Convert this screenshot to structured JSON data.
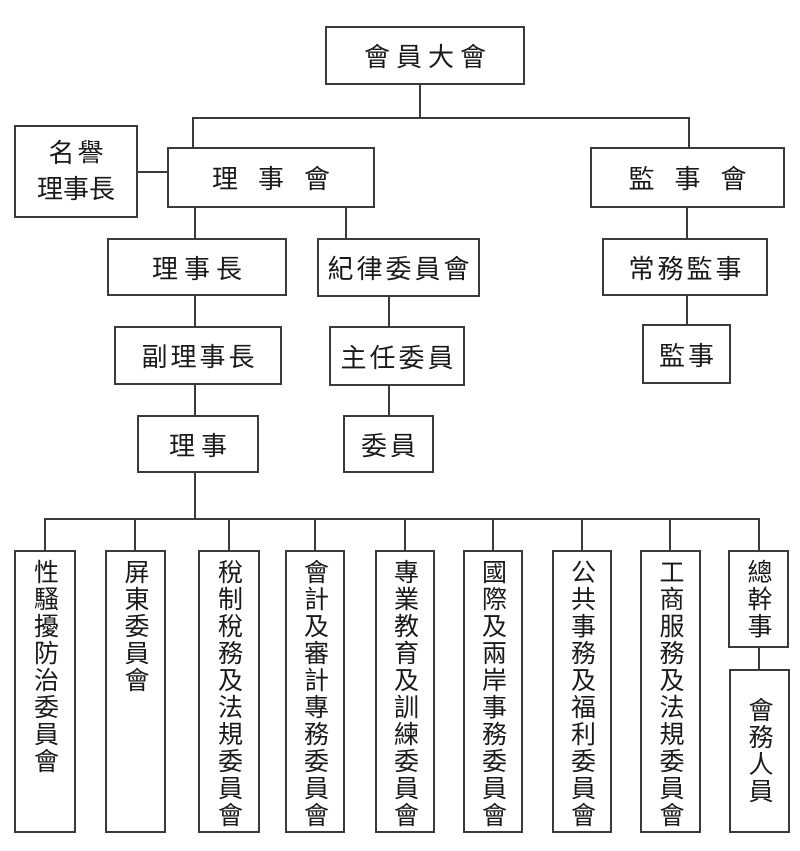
{
  "diagram": {
    "type": "organization-chart",
    "background": "#ffffff",
    "line_color": "#3a3a3a",
    "text_color": "#1a1a1a",
    "nodes": {
      "general_assembly": "會員大會",
      "honorary_chairman": {
        "line1": "名譽",
        "line2": "理事長"
      },
      "board_of_directors": "理事會",
      "board_of_supervisors": "監事會",
      "chairman": "理事長",
      "discipline_committee": "紀律委員會",
      "standing_supervisor": "常務監事",
      "vice_chairman": "副理事長",
      "chief_commissioner": "主任委員",
      "supervisor": "監事",
      "director": "理事",
      "commissioner": "委員",
      "secretary_general": "總幹事",
      "association_staff": "會務人員"
    },
    "committees": [
      "性騷擾防治委員會",
      "屏東委員會",
      "稅制稅務及法規委員會",
      "會計及審計專務委員會",
      "專業教育及訓練委員會",
      "國際及兩岸事務委員會",
      "公共事務及福利委員會",
      "工商服務及法規委員會"
    ],
    "edges": [
      [
        "general_assembly",
        "board_of_directors"
      ],
      [
        "general_assembly",
        "board_of_supervisors"
      ],
      [
        "honorary_chairman",
        "board_of_directors"
      ],
      [
        "board_of_directors",
        "chairman"
      ],
      [
        "board_of_directors",
        "discipline_committee"
      ],
      [
        "board_of_supervisors",
        "standing_supervisor"
      ],
      [
        "chairman",
        "vice_chairman"
      ],
      [
        "discipline_committee",
        "chief_commissioner"
      ],
      [
        "standing_supervisor",
        "supervisor"
      ],
      [
        "vice_chairman",
        "director"
      ],
      [
        "chief_commissioner",
        "commissioner"
      ],
      [
        "director",
        "committees[0..7] + secretary_general"
      ],
      [
        "secretary_general",
        "association_staff"
      ]
    ]
  }
}
